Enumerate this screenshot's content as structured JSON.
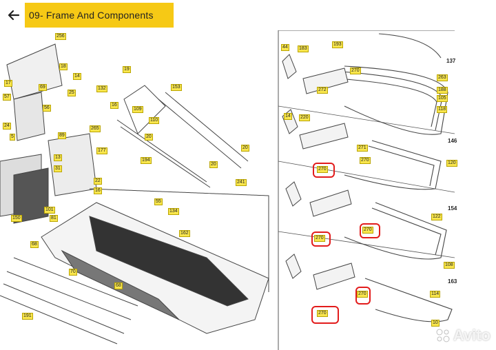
{
  "header": {
    "title": "09- Frame And Components",
    "back_icon": "arrow-left-icon",
    "title_bg": "#f6c915"
  },
  "diagram": {
    "highlight_color": "#e21b1b",
    "labels": [
      "256",
      "18",
      "14",
      "17",
      "69",
      "25",
      "132",
      "57",
      "56",
      "19",
      "153",
      "16",
      "109",
      "110",
      "20",
      "24",
      "265",
      "5",
      "89",
      "177",
      "194",
      "20",
      "13",
      "31",
      "22",
      "20",
      "241",
      "16",
      "55",
      "150",
      "101",
      "81",
      "134",
      "162",
      "68",
      "70",
      "68",
      "191",
      "44",
      "183",
      "193",
      "270",
      "137",
      "272",
      "263",
      "188",
      "105",
      "118",
      "14",
      "220",
      "146",
      "271",
      "270",
      "120",
      "122",
      "154",
      "108",
      "163",
      "114",
      "10"
    ],
    "section_labels": [
      "137",
      "146",
      "154",
      "163"
    ],
    "highlighted_labels": [
      "270",
      "270",
      "270",
      "270",
      "270"
    ]
  },
  "watermark": {
    "text": "Avito"
  }
}
